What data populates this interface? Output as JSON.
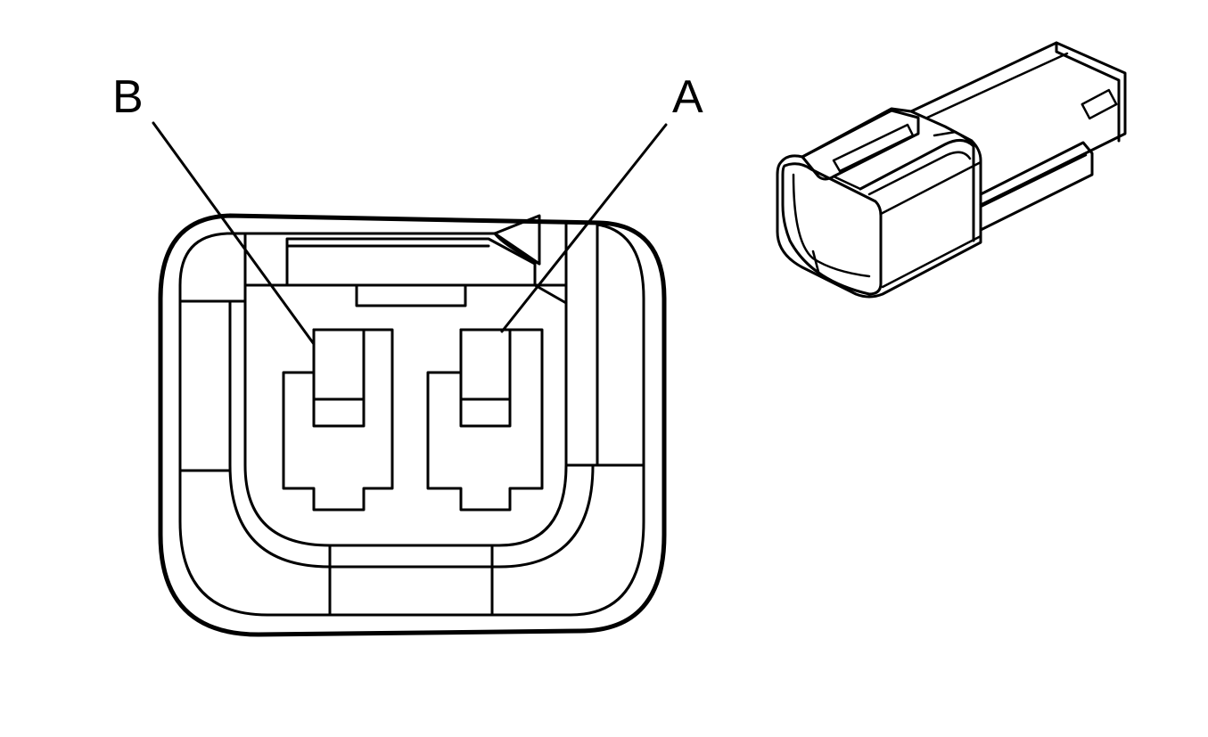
{
  "pins": [
    {
      "id": "B",
      "label": "B"
    },
    {
      "id": "A",
      "label": "A"
    }
  ],
  "colors": {
    "stroke": "#000000",
    "background": "#ffffff"
  }
}
